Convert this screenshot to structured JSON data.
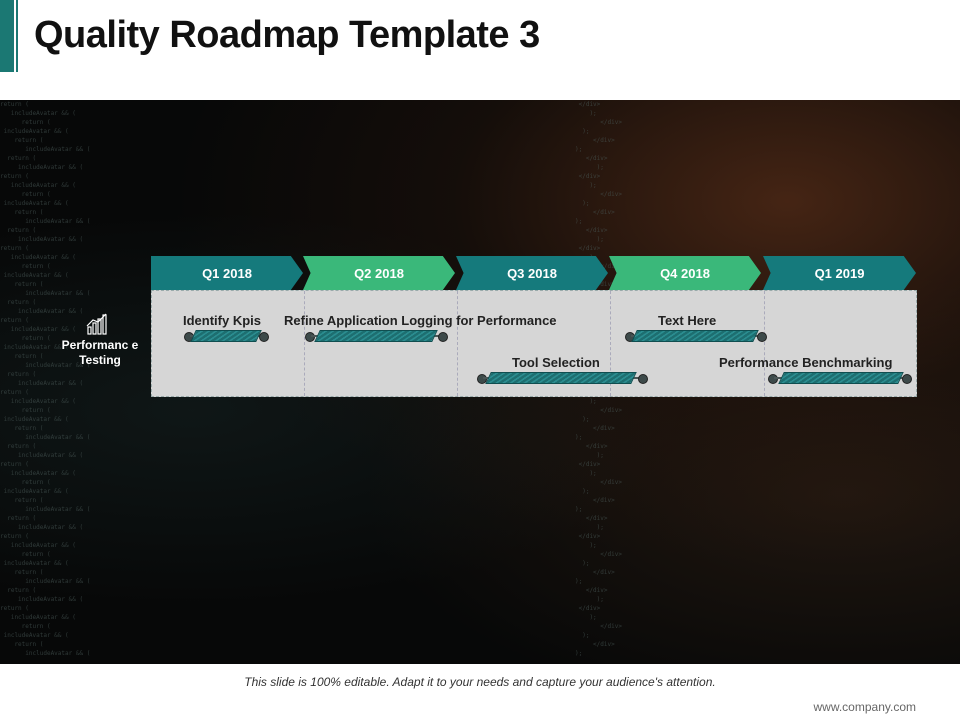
{
  "header": {
    "title": "Quality Roadmap Template 3"
  },
  "phases": [
    {
      "label": "Q1 2018",
      "color": "#157a7c"
    },
    {
      "label": "Q2 2018",
      "color": "#3ab87a"
    },
    {
      "label": "Q3 2018",
      "color": "#157a7c"
    },
    {
      "label": "Q4 2018",
      "color": "#3ab87a"
    },
    {
      "label": "Q1 2019",
      "color": "#157a7c"
    }
  ],
  "row": {
    "label": "Performanc e Testing",
    "icon": "bar-chart-icon"
  },
  "tasks": [
    {
      "label": "Identify Kpis"
    },
    {
      "label": "Refine Application Logging for Performance"
    },
    {
      "label": "Text Here"
    },
    {
      "label": "Tool Selection"
    },
    {
      "label": "Performance Benchmarking"
    }
  ],
  "footer": {
    "note": "This slide is 100% editable. Adapt it to your needs and capture your audience's attention.",
    "url": "www.company.com"
  }
}
